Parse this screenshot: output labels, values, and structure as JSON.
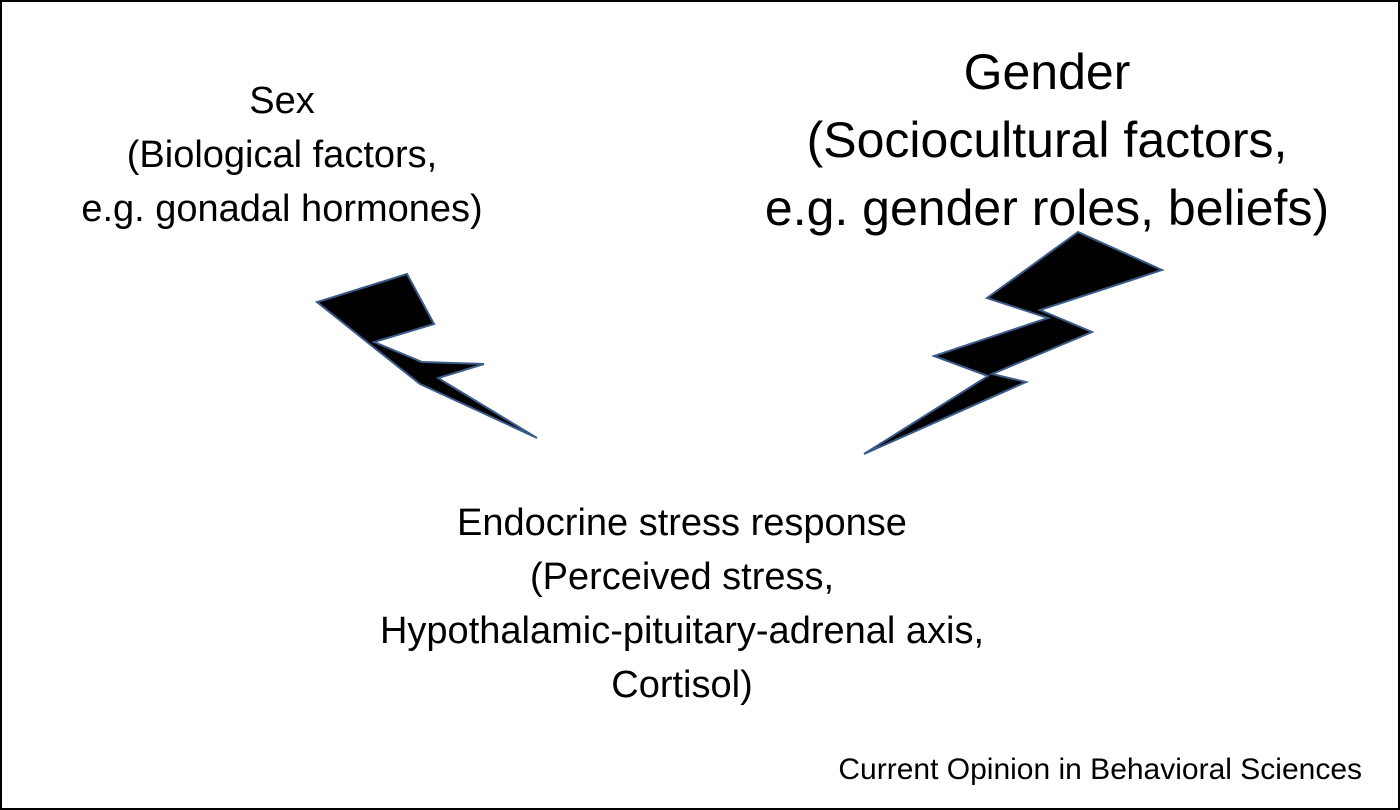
{
  "sex": {
    "lines": [
      "Sex",
      "(Biological factors,",
      "e.g. gonadal hormones)"
    ]
  },
  "gender": {
    "lines": [
      "Gender",
      "(Sociocultural factors,",
      "e.g. gender roles, beliefs)"
    ]
  },
  "endocrine": {
    "lines": [
      "Endocrine stress response",
      "(Perceived stress,",
      "Hypothalamic-pituitary-adrenal axis,",
      "Cortisol)"
    ]
  },
  "source": "Current Opinion in Behavioral Sciences",
  "icons": {
    "left_arrow": "lightning-bolt-icon",
    "right_arrow": "lightning-bolt-icon"
  },
  "colors": {
    "bolt_fill": "#000000",
    "bolt_stroke": "#3b5a8a",
    "text": "#000000",
    "border": "#000000"
  }
}
